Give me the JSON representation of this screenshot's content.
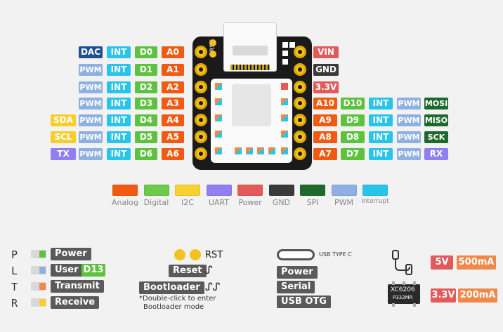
{
  "left_pins": [
    {
      "extra": "",
      "pwm": "DAC",
      "int": "INT",
      "d": "D0",
      "a": "A0",
      "pwm_type": "dac"
    },
    {
      "extra": "",
      "pwm": "PWM",
      "int": "INT",
      "d": "D1",
      "a": "A1",
      "pwm_type": "pwm"
    },
    {
      "extra": "",
      "pwm": "PWM",
      "int": "INT",
      "d": "D2",
      "a": "A2",
      "pwm_type": "pwm"
    },
    {
      "extra": "",
      "pwm": "PWM",
      "int": "INT",
      "d": "D3",
      "a": "A3",
      "pwm_type": "pwm"
    },
    {
      "extra": "SDA",
      "extra_type": "i2c",
      "pwm": "PWM",
      "int": "INT",
      "d": "D4",
      "a": "A4",
      "pwm_type": "pwm"
    },
    {
      "extra": "SCL",
      "extra_type": "i2c",
      "pwm": "PWM",
      "int": "INT",
      "d": "D5",
      "a": "A5",
      "pwm_type": "pwm"
    },
    {
      "extra": "TX",
      "extra_type": "uart",
      "pwm": "PWM",
      "int": "INT",
      "d": "D6",
      "a": "A6",
      "pwm_type": "pwm"
    }
  ],
  "right_top": [
    {
      "label": "VIN",
      "type": "pwr"
    },
    {
      "label": "GND",
      "type": "gnd"
    },
    {
      "label": "3.3V",
      "type": "pwr"
    }
  ],
  "right_pins": [
    {
      "a": "A10",
      "d": "D10",
      "int": "INT",
      "pwm": "PWM",
      "extra": "MOSI"
    },
    {
      "a": "A9",
      "d": "D9",
      "int": "INT",
      "pwm": "PWM",
      "extra": "MISO"
    },
    {
      "a": "A8",
      "d": "D8",
      "int": "INT",
      "pwm": "PWM",
      "extra": "SCK"
    },
    {
      "a": "A7",
      "d": "D7",
      "int": "INT",
      "pwm": "PWM",
      "extra": "RX"
    }
  ],
  "board": {
    "rst_text": "RST"
  },
  "legend": [
    {
      "label": "Analog",
      "color": "#f05a12"
    },
    {
      "label": "Digital",
      "color": "#6cc94a"
    },
    {
      "label": "I2C",
      "color": "#f9d12f"
    },
    {
      "label": "UART",
      "color": "#8f7ff0"
    },
    {
      "label": "Power",
      "color": "#e25a5a"
    },
    {
      "label": "GND",
      "color": "#3a3a3a"
    },
    {
      "label": "SPI",
      "color": "#1e6a2d"
    },
    {
      "label": "PWM",
      "color": "#8fb0e0"
    },
    {
      "label": "Interrupt",
      "color": "#29c4ea"
    }
  ],
  "leds": [
    {
      "letter": "P",
      "label": "Power",
      "color": "#5ec23f"
    },
    {
      "letter": "L",
      "label": "User",
      "color": "#8fb0e0",
      "extra": "D13"
    },
    {
      "letter": "T",
      "label": "Transmit",
      "color": "#f0884a"
    },
    {
      "letter": "R",
      "label": "Receive",
      "color": "#f9cd2c"
    }
  ],
  "buttons": {
    "rst": "RST",
    "reset": "Reset",
    "bootloader": "Bootloader",
    "note_line1": "*Double-click to enter",
    "note_line2": "Bootloader mode"
  },
  "usb": {
    "type_label": "USB TYPE C",
    "features": [
      "Power",
      "Serial",
      "USB OTG"
    ]
  },
  "specs": {
    "reg1_v": "5V",
    "reg1_a": "500mA",
    "chip_name": "XC6206",
    "chip_sub": "P332MR",
    "reg2_v": "3.3V",
    "reg2_a": "200mA"
  }
}
